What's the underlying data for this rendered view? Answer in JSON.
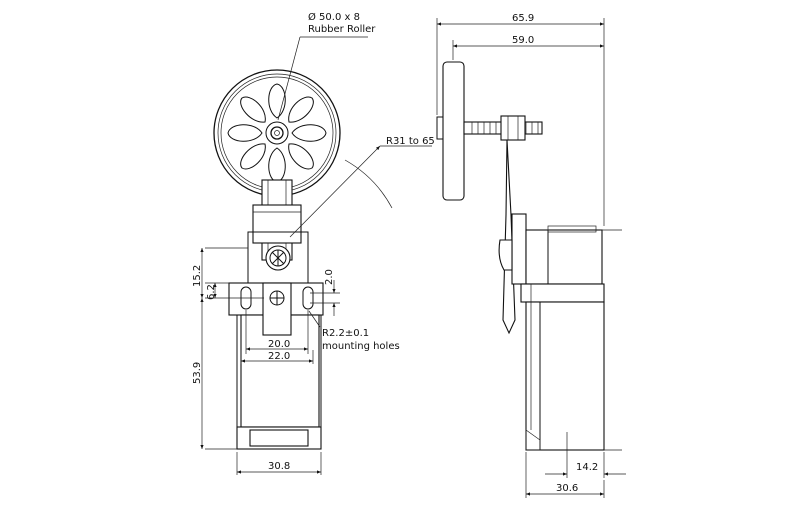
{
  "front_view": {
    "roller_diameter_label": "Ø 50.0 x 8",
    "roller_material_label": "Rubber Roller",
    "lever_radius_label": "R31 to 65",
    "height_15_2": "15.2",
    "height_6_2": "6.2",
    "height_2_0": "2.0",
    "hole_spacing_20": "20.0",
    "hole_spacing_22": "22.0",
    "body_height": "53.9",
    "body_width": "30.8",
    "mounting_hole_radius_label": "R2.2±0.1",
    "mounting_holes_label": "mounting holes"
  },
  "side_view": {
    "overall_width": "65.9",
    "roller_offset": "59.0",
    "base_offset": "14.2",
    "body_depth": "30.6"
  }
}
